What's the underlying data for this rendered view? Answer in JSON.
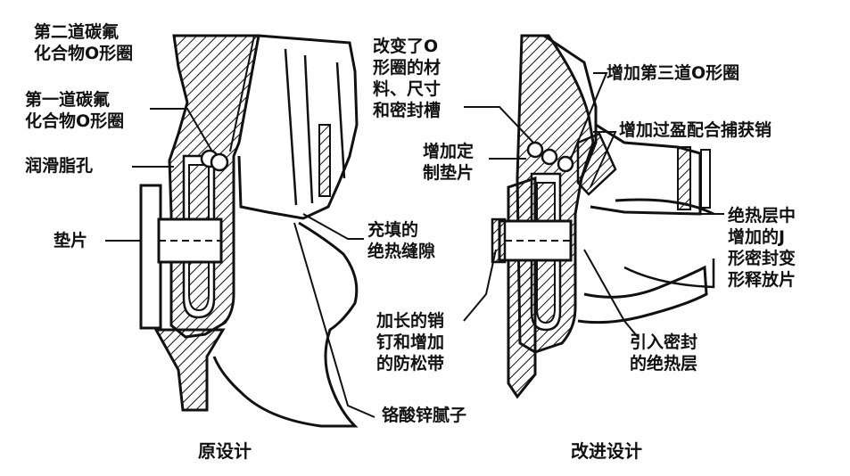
{
  "colors": {
    "ink": "#111111",
    "paper": "#ffffff"
  },
  "left_panel": {
    "labels": {
      "second_oring": "第二道碳氟\n化合物O形圈",
      "first_oring": "第一道碳氟\n化合物O形圈",
      "grease_hole": "润滑脂孔",
      "shim": "垫片",
      "filled_gap": "充填的\n绝热缝隙",
      "putty": "铬酸锌腻子"
    },
    "caption": "原设计"
  },
  "right_panel": {
    "labels": {
      "changed_oring": "改变了O\n形圈的材\n料、尺寸\n和密封槽",
      "custom_shim": "增加定\n制垫片",
      "third_oring": "增加第三道O形圈",
      "capture_pin": "增加过盈配合捕获销",
      "j_seal": "绝热层中\n增加的J\n形密封变\n形释放片",
      "longer_pin": "加长的销\n钉和增加\n的防松带",
      "seal_insulation": "引入密封\n的绝热层"
    },
    "caption": "改进设计"
  }
}
